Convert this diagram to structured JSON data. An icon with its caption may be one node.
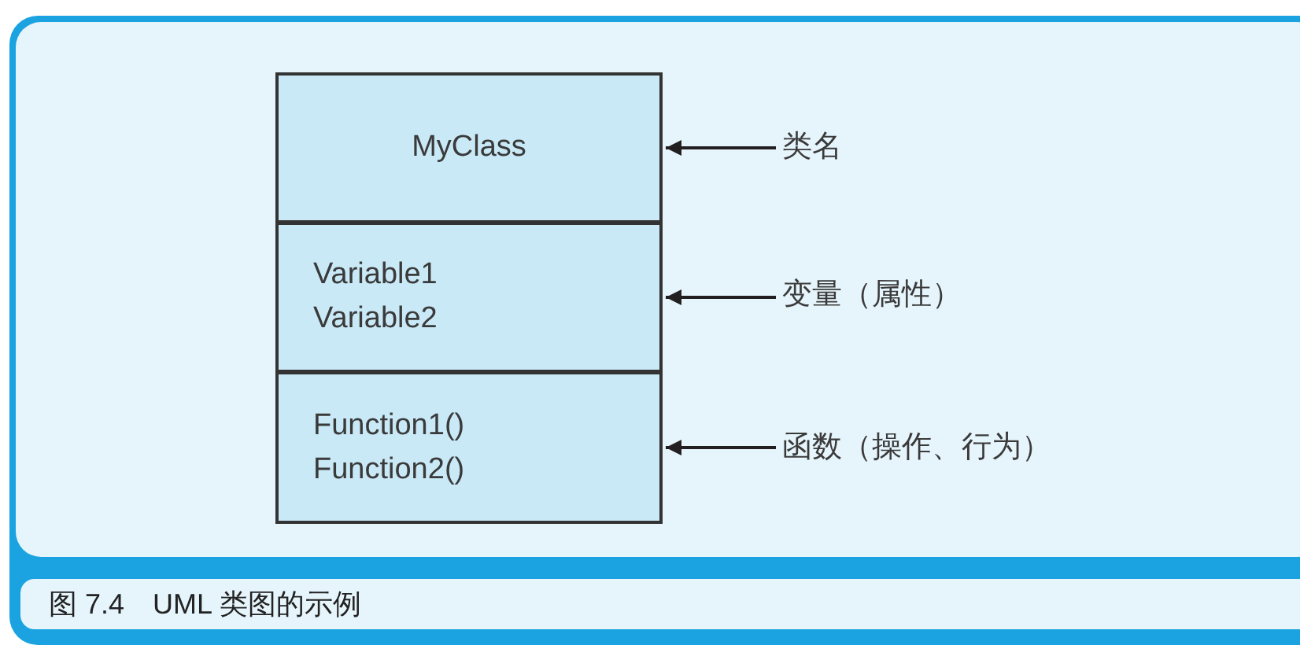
{
  "diagram": {
    "caption": "图 7.4　UML 类图的示例",
    "nodes": [
      {
        "text": [
          "MyClass"
        ]
      },
      {
        "text": [
          "Variable1",
          "Variable2"
        ]
      },
      {
        "text": [
          "Function1()",
          "Function2()"
        ]
      },
      {
        "text": [
          "类名"
        ]
      },
      {
        "text": [
          "变量（属性）"
        ]
      },
      {
        "text": [
          "函数（操作、行为）"
        ]
      }
    ],
    "edges": [
      {
        "from": 3,
        "to": 0,
        "arrow": "to"
      },
      {
        "from": 4,
        "to": 1,
        "arrow": "to"
      },
      {
        "from": 5,
        "to": 2,
        "arrow": "to"
      }
    ]
  }
}
